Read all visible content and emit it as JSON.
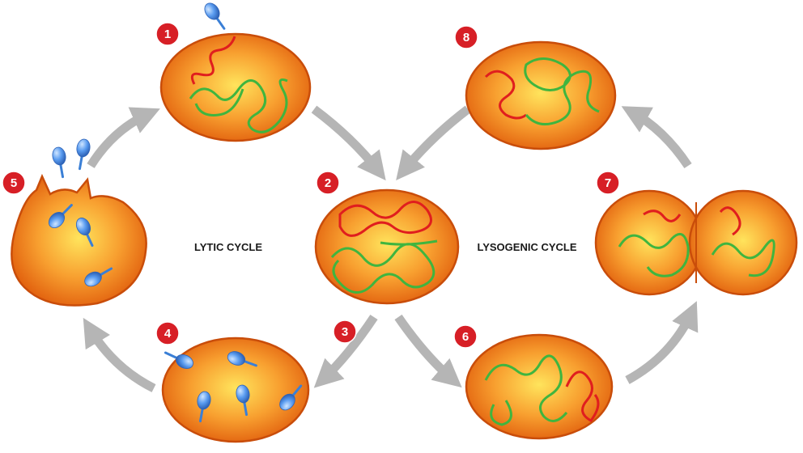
{
  "labels": {
    "lytic": "LYTIC CYCLE",
    "lysogenic": "LYSOGENIC CYCLE"
  },
  "steps": [
    "1",
    "2",
    "3",
    "4",
    "5",
    "6",
    "7",
    "8"
  ],
  "colors": {
    "cell_fill": "#f07c1c",
    "cell_highlight": "#ffd34a",
    "cell_edge": "#c94d0a",
    "viral_dna": "#e01e1e",
    "bacterial_dna": "#3fb53f",
    "phage": "#4a8fe0",
    "badge": "#d71f26",
    "arrow": "#b5b5b5"
  }
}
